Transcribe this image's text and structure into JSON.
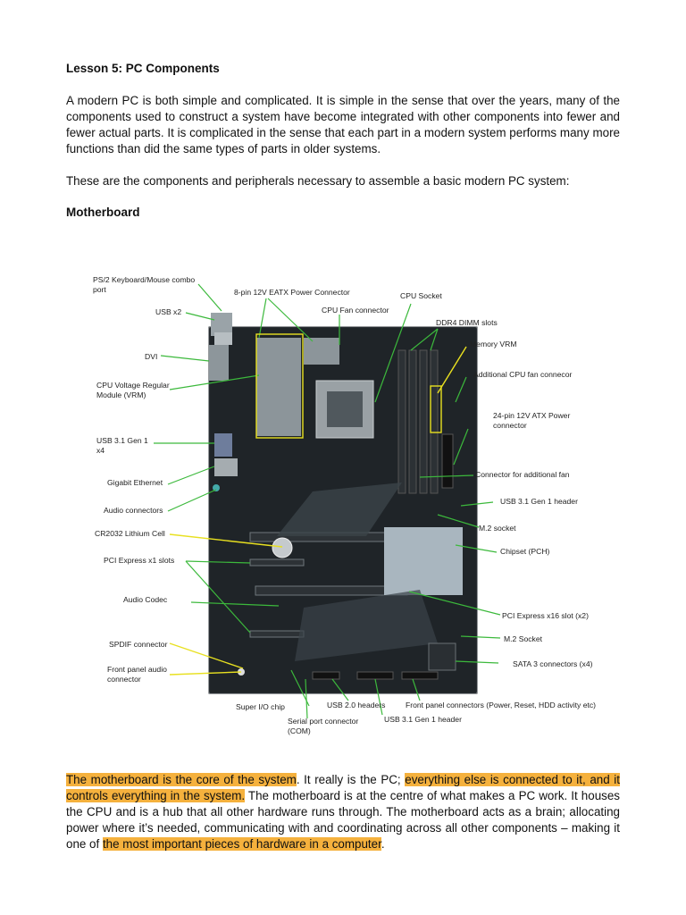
{
  "document": {
    "title": "Lesson 5: PC Components",
    "intro": "A modern PC is both simple and complicated. It is simple in the sense that over the years, many of the components used to construct a system have become integrated with other components into fewer and fewer actual parts. It is complicated in the sense that each part in a modern system performs many more functions than did the same types of parts in older systems.",
    "lead_in": "These are the components and peripherals necessary to assemble a basic modern PC system:",
    "section_heading": "Motherboard",
    "closing": {
      "hl1": "The motherboard is the core of the system",
      "t1": ". It really is the PC; ",
      "hl2": "everything else is connected to it, and it controls everything in the system.",
      "t2": " The motherboard is at the centre of what makes a PC work. It houses the CPU and is a hub that all other hardware runs through. The motherboard acts as a brain; allocating power where it’s needed, communicating with and coordinating across all other components – making it one of ",
      "hl3": "the most important pieces of hardware in a computer",
      "t3": "."
    }
  },
  "figure": {
    "labels": {
      "ps2": "PS/2 Keyboard/Mouse combo\nport",
      "usb2x": "USB x2",
      "dvi": "DVI",
      "vrm": "CPU Voltage Regular\nModule (VRM)",
      "usb31": "USB 3.1 Gen 1\nx4",
      "ethernet": "Gigabit Ethernet",
      "audio_conn": "Audio connectors",
      "cr2032": "CR2032 Lithium Cell",
      "pcie_x1": "PCI Express x1 slots",
      "codec": "Audio Codec",
      "spdif": "SPDIF connector",
      "front_audio": "Front panel audio\nconnector",
      "eatx": "8-pin 12V EATX Power Connector",
      "cpu_fan": "CPU Fan connector",
      "cpu_socket": "CPU Socket",
      "ddr4": "DDR4 DIMM slots",
      "mem_vrm": "Memory VRM",
      "add_cpu_fan": "Additional CPU fan connecor",
      "atx24": "24-pin 12V ATX Power\nconnector",
      "add_fan": "Connector for additional fan",
      "usb31_header": "USB 3.1 Gen 1 header",
      "m2_socket": "M.2 socket",
      "chipset": "Chipset (PCH)",
      "pcie_x16": "PCI Express x16 slot (x2)",
      "m2_socket2": "M.2 Socket",
      "sata3": "SATA 3 connectors (x4)",
      "front_panel": "Front panel connectors (Power, Reset, HDD activity etc)",
      "usb31_header2": "USB 3.1 Gen 1 header",
      "usb20": "USB 2.0 headers",
      "superio": "Super I/O chip",
      "serial": "Serial port connector\n(COM)"
    },
    "colors": {
      "green_leader": "#3cb93c",
      "yellow_leader": "#e8e020",
      "highlight": "#f5b13d"
    }
  }
}
